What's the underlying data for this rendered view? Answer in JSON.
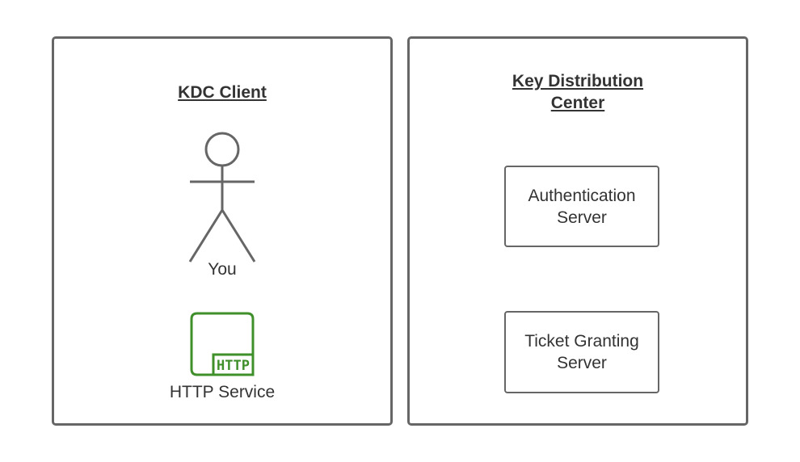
{
  "client": {
    "title": "KDC Client",
    "actor_label": "You",
    "service_label": "HTTP Service",
    "service_icon_text": "HTTP",
    "service_icon": "http-service-icon"
  },
  "kdc": {
    "title_line1": "Key Distribution",
    "title_line2": "Center",
    "servers": [
      {
        "line1": "Authentication",
        "line2": "Server"
      },
      {
        "line1": "Ticket Granting",
        "line2": "Server"
      }
    ]
  },
  "colors": {
    "border": "#666666",
    "text": "#333333",
    "http_green": "#3f8f2a"
  }
}
